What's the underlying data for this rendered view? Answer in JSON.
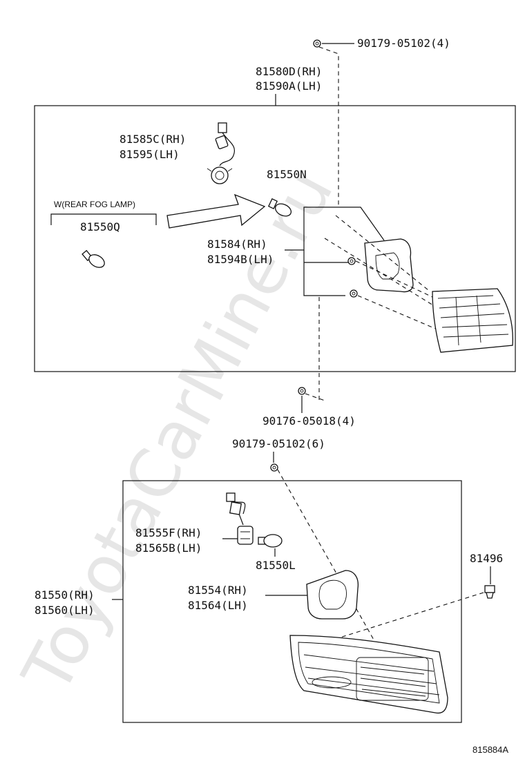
{
  "watermark": "ToyotaCarMine.ru",
  "top_group": {
    "screw_top": "90179-05102(4)",
    "housing_rh": "81580D(RH)",
    "housing_lh": "81590A(LH)",
    "socket_rh": "81585C(RH)",
    "socket_lh": "81595(LH)",
    "bulb": "81550N",
    "fog_note": "W(REAR FOG LAMP)",
    "fog_bulb": "81550Q",
    "gasket_rh": "81584(RH)",
    "gasket_lh": "81594B(LH)",
    "screw_bottom": "90176-05018(4)"
  },
  "bottom_group": {
    "screw_top": "90179-05102(6)",
    "socket_rh": "81555F(RH)",
    "socket_lh": "81565B(LH)",
    "bulb": "81550L",
    "gasket_rh": "81554(RH)",
    "gasket_lh": "81564(LH)",
    "lamp_rh": "81550(RH)",
    "lamp_lh": "81560(LH)",
    "clip": "81496"
  },
  "figure_ref": "815884A"
}
